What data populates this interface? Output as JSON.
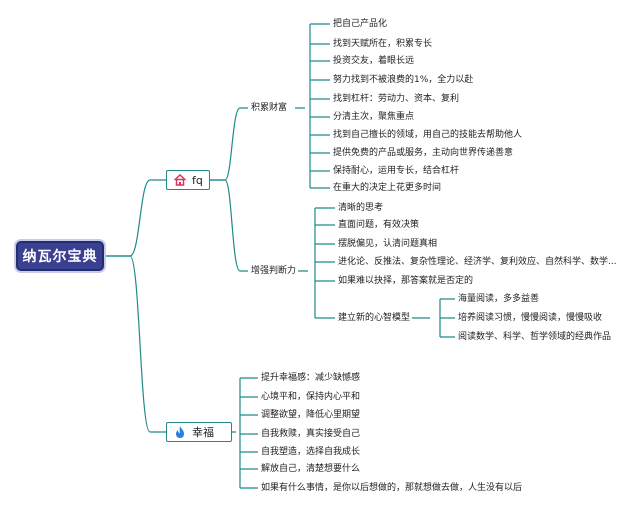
{
  "root": {
    "label": "纳瓦尔宝典"
  },
  "branches": {
    "fq": {
      "label": "fq",
      "icon": "house-icon",
      "sub1": {
        "label": "积累财富",
        "items": [
          "把自己产品化",
          "找到天赋所在，积累专长",
          "投资交友，着眼长远",
          "努力找到不被浪费的1%，全力以赴",
          "找到杠杆：劳动力、资本、复利",
          "分清主次，聚焦重点",
          "找到自己擅长的领域，用自己的技能去帮助他人",
          "提供免费的产品或服务，主动向世界传递善意",
          "保持耐心，运用专长，结合杠杆",
          "在重大的决定上花更多时间"
        ]
      },
      "sub2": {
        "label": "增强判断力",
        "items": [
          "清晰的思考",
          "直面问题，有效决策",
          "摆脱偏见，认清问题真相",
          "进化论、反推法、复杂性理论、经济学、复利效应、自然科学、数学...",
          "如果难以抉择，那答案就是否定的"
        ],
        "model": {
          "label": "建立新的心智模型",
          "items": [
            "海量阅读，多多益善",
            "培养阅读习惯，慢慢阅读，慢慢吸收",
            "阅读数学、科学、哲学领域的经典作品"
          ]
        }
      }
    },
    "happiness": {
      "label": "幸福",
      "icon": "flame-icon",
      "items": [
        "提升幸福感：减少缺憾感",
        "心境平和，保持内心平和",
        "调整欲望，降低心里期望",
        "自我救赎，真实接受自己",
        "自我塑造，选择自我成长",
        "解放自己，清楚想要什么",
        "如果有什么事情，是你以后想做的，那就想做去做，人生没有以后"
      ]
    }
  },
  "colors": {
    "root_fill": "#3b3f8f",
    "branch_border": "#1f8a8a",
    "line": "#1f8a8a",
    "house_icon": "#d9345a",
    "flame_icon": "#2a7de1"
  }
}
